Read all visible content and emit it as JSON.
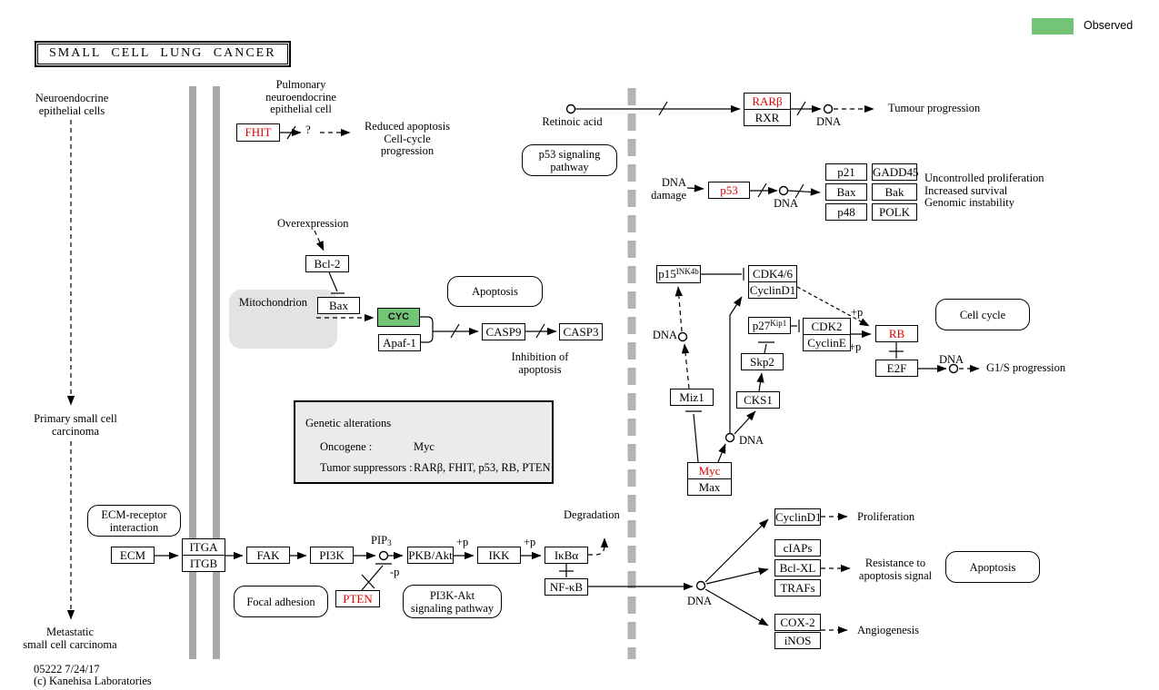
{
  "title": "SMALL CELL LUNG CANCER",
  "legend": {
    "label": "Observed",
    "color": "#74c476"
  },
  "colors": {
    "observed_green": "#74c476",
    "altered_red": "#e00000",
    "membrane_gray": "#a9a9a9",
    "mitochondrion_fill": "#e3e3e3",
    "note_fill": "#ebebeb"
  },
  "nodes": {
    "fhit": "FHIT",
    "rarb": "RARβ",
    "rxr": "RXR",
    "p53": "p53",
    "p21": "p21",
    "gadd45": "GADD45",
    "bax_target": "Bax",
    "bak": "Bak",
    "p48": "p48",
    "polk": "POLK",
    "bcl2": "Bcl-2",
    "bax": "Bax",
    "cyc": "CYC",
    "apaf1": "Apaf-1",
    "casp9": "CASP9",
    "casp3": "CASP3",
    "p15_base": "p15",
    "p15_sup": "INK4b",
    "cdk46": "CDK4/6",
    "cyclind1_a": "CyclinD1",
    "p27_base": "p27",
    "p27_sup": "Kip1",
    "cdk2": "CDK2",
    "cycline": "CyclinE",
    "skp2": "Skp2",
    "cks1": "CKS1",
    "miz1": "Miz1",
    "myc": "Myc",
    "max": "Max",
    "rb": "RB",
    "e2f": "E2F",
    "ecm": "ECM",
    "itga": "ITGA",
    "itgb": "ITGB",
    "fak": "FAK",
    "pi3k": "PI3K",
    "pten": "PTEN",
    "pkbakt": "PKB/Akt",
    "ikk": "IKK",
    "ikba": "IκBα",
    "nfkb": "NF-κB",
    "cyclind1_b": "CyclinD1",
    "ciaps": "cIAPs",
    "bclxl": "Bcl-XL",
    "trafs": "TRAFs",
    "cox2": "COX-2",
    "inos": "iNOS"
  },
  "pathways": {
    "p53_signaling": "p53 signaling\npathway",
    "apoptosis_upper": "Apoptosis",
    "cell_cycle": "Cell cycle",
    "ecm_receptor": "ECM-receptor\ninteraction",
    "focal_adhesion": "Focal adhesion",
    "pi3k_akt": "PI3K-Akt\nsignaling pathway",
    "apoptosis_lower": "Apoptosis"
  },
  "labels": {
    "neuroendocrine": "Neuroendocrine\nepithelial cells",
    "pulmonary": "Pulmonary neuroendocrine\nepithelial cell",
    "primary": "Primary small cell\ncarcinoma",
    "metastatic": "Metastatic\nsmall cell carcinoma",
    "overexpression": "Overexpression",
    "mitochondrion": "Mitochondrion",
    "retinoic_acid": "Retinoic acid",
    "dna": "DNA",
    "dna_damage": "DNA\ndamage",
    "tumour_progression": "Tumour progression",
    "p53_outcomes": "Uncontrolled proliferation\nIncreased survival\nGenomic instability",
    "question": "?",
    "reduced": "Reduced apoptosis\nCell-cycle progression",
    "inhibition_apoptosis": "Inhibition of\napoptosis",
    "degradation": "Degradation",
    "pip3_base": "PIP",
    "pip3_sub": "3",
    "plus_p": "+p",
    "minus_p": "-p",
    "proliferation": "Proliferation",
    "resistance": "Resistance to\napoptosis signal",
    "angiogenesis": "Angiogenesis",
    "g1s": "G1/S progression"
  },
  "genetic": {
    "title": "Genetic alterations",
    "oncogene_label": "Oncogene :",
    "oncogene_value": "Myc",
    "suppressors_label": "Tumor suppressors :",
    "suppressors_value": "RARβ, FHIT, p53, RB, PTEN"
  },
  "footer": {
    "text": "05222 7/24/17\n(c) Kanehisa Laboratories"
  }
}
